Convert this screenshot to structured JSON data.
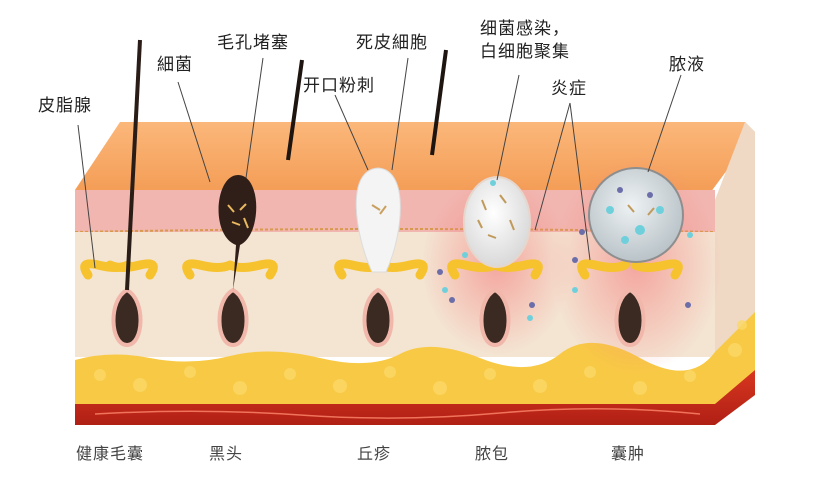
{
  "title": "Acne formation stages — skin cross-section diagram",
  "annotations": [
    {
      "id": "sebaceous-gland",
      "text": "皮脂腺"
    },
    {
      "id": "bacteria",
      "text": "細菌"
    },
    {
      "id": "pore-clog",
      "text": "毛孔堵塞"
    },
    {
      "id": "open-comedone",
      "text": "开口粉刺"
    },
    {
      "id": "dead-skin-cells",
      "text": "死皮細胞"
    },
    {
      "id": "infection-line1",
      "text": "细菌感染，"
    },
    {
      "id": "infection-line2",
      "text": "白细胞聚集"
    },
    {
      "id": "inflammation",
      "text": "炎症"
    },
    {
      "id": "pus",
      "text": "脓液"
    }
  ],
  "stages": [
    {
      "id": "healthy",
      "text": "健康毛囊"
    },
    {
      "id": "blackhead",
      "text": "黑头"
    },
    {
      "id": "papule",
      "text": "丘疹"
    },
    {
      "id": "pustule",
      "text": "脓包"
    },
    {
      "id": "cyst",
      "text": "囊肿"
    }
  ],
  "colors": {
    "epidermis_top": "#f7a35c",
    "epidermis_pink": "#f2b5b0",
    "dermis": "#f3e2cf",
    "fat": "#f7c843",
    "muscle": "#c9281e",
    "follicle": "#3a2a22",
    "sebum": "#f8c020",
    "inflammation": "#f5a0a0",
    "white_cells": "#6fd0dc"
  }
}
